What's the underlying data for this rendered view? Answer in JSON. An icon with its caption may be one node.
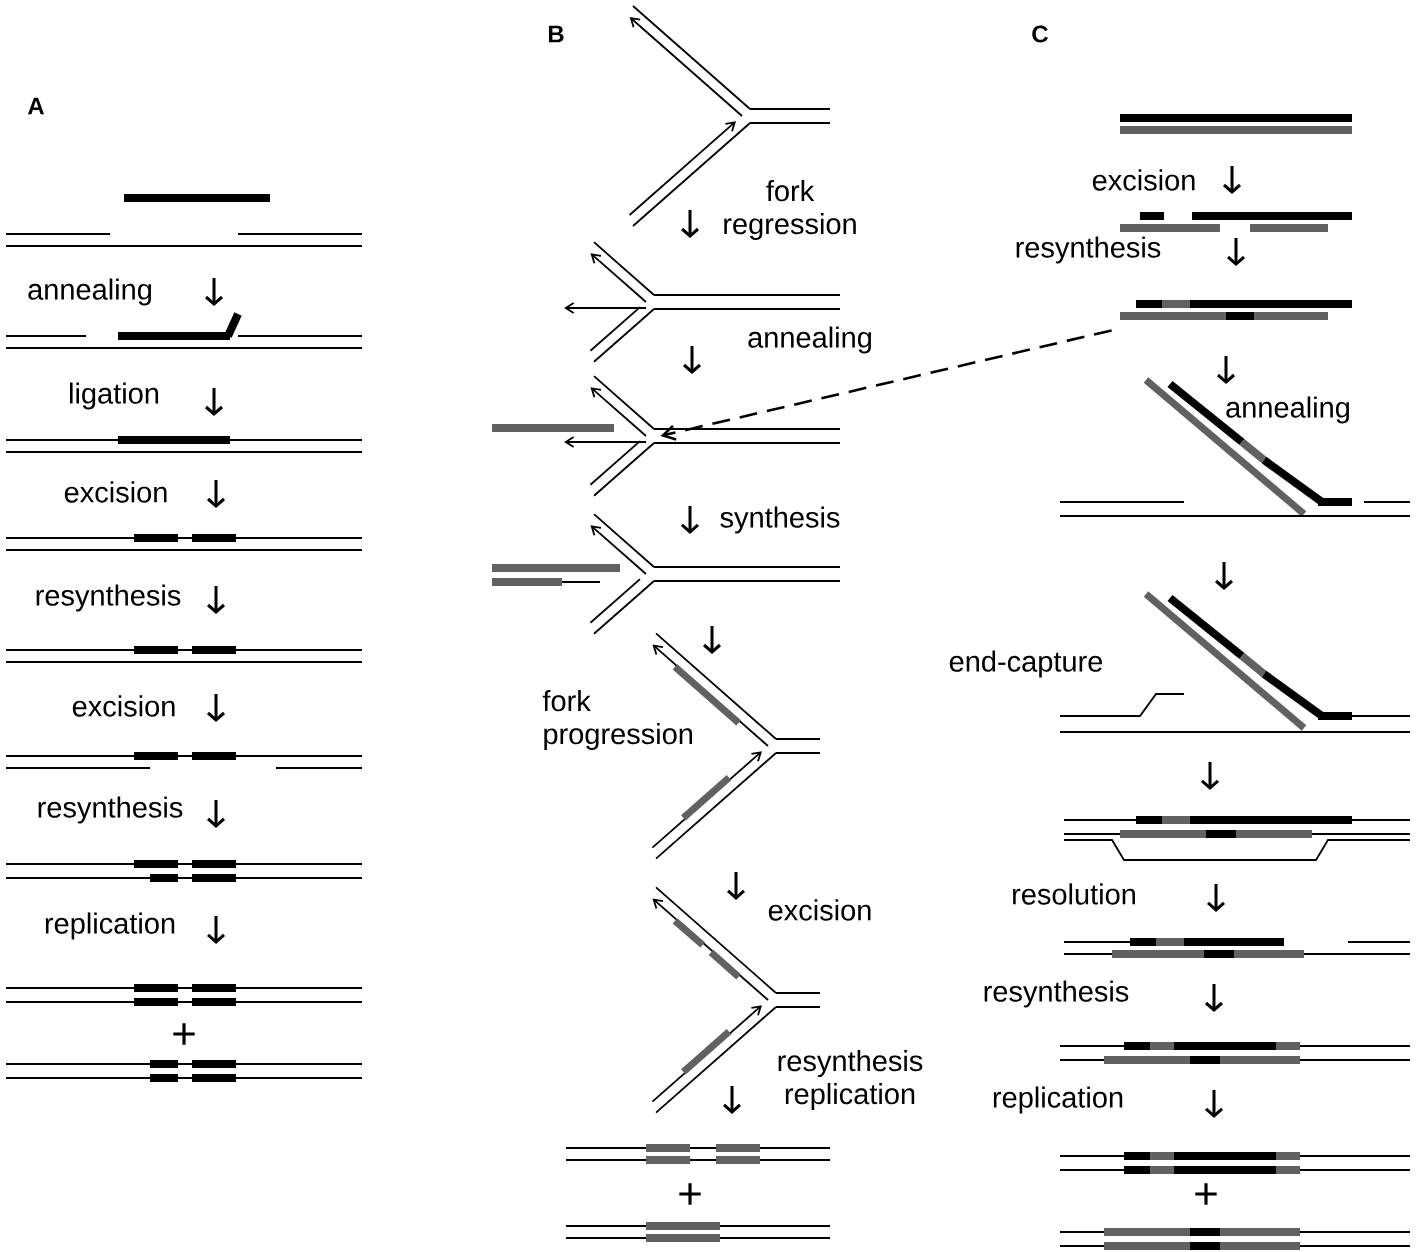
{
  "diagram": {
    "nodes": [
      {
        "text": [],
        "shape": "picture"
      },
      {
        "text": [],
        "shape": "picture"
      }
    ],
    "edges": [
      {
        "from": 1,
        "to": 0,
        "arrow": "to",
        "style": "dashed"
      }
    ],
    "labels": [
      "A",
      "annealing",
      "ligation",
      "excision",
      "resynthesis",
      "excision",
      "resynthesis",
      "replication",
      "+",
      "B",
      "fork regression",
      "annealing",
      "synthesis",
      "fork progression",
      "excision",
      "resynthesis replication",
      "+",
      "C",
      "excision",
      "resynthesis",
      "annealing",
      "end-capture",
      "resolution",
      "resynthesis",
      "replication",
      "+"
    ]
  }
}
